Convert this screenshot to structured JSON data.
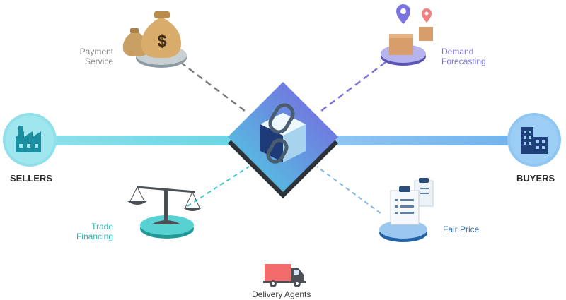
{
  "nodes": {
    "sellers": {
      "label": "SELLERS"
    },
    "buyers": {
      "label": "BUYERS"
    },
    "payment": {
      "line1": "Payment",
      "line2": "Service"
    },
    "demand": {
      "line1": "Demand",
      "line2": "Forecasting"
    },
    "trade": {
      "line1": "Trade",
      "line2": "Financing"
    },
    "fair_price": {
      "label": "Fair Price"
    },
    "delivery": {
      "label": "Delivery Agents"
    }
  },
  "colors": {
    "sellers_accent": "#58c9d9",
    "buyers_accent": "#2a5aa8",
    "payment_line": "#7a7a7a",
    "demand_line": "#7b74e0",
    "trade_line": "#3ec8c8",
    "fair_price_line": "#7fb5e6",
    "demand_text": "#7b74e0",
    "trade_text": "#2cb4b4",
    "fair_price_text": "#2f6fb5",
    "hub_gradient_start": "#4fd2e0",
    "hub_gradient_end": "#7a5ee0",
    "truck_red": "#f36c6c"
  },
  "icons": {
    "hub": "chain-link-cube-icon",
    "sellers": "factory-icon",
    "buyers": "office-building-icon",
    "payment": "money-bag-icon",
    "demand": "map-pin-box-icon",
    "trade": "balance-scale-icon",
    "fair_price": "clipboard-list-icon",
    "delivery": "delivery-truck-icon"
  }
}
